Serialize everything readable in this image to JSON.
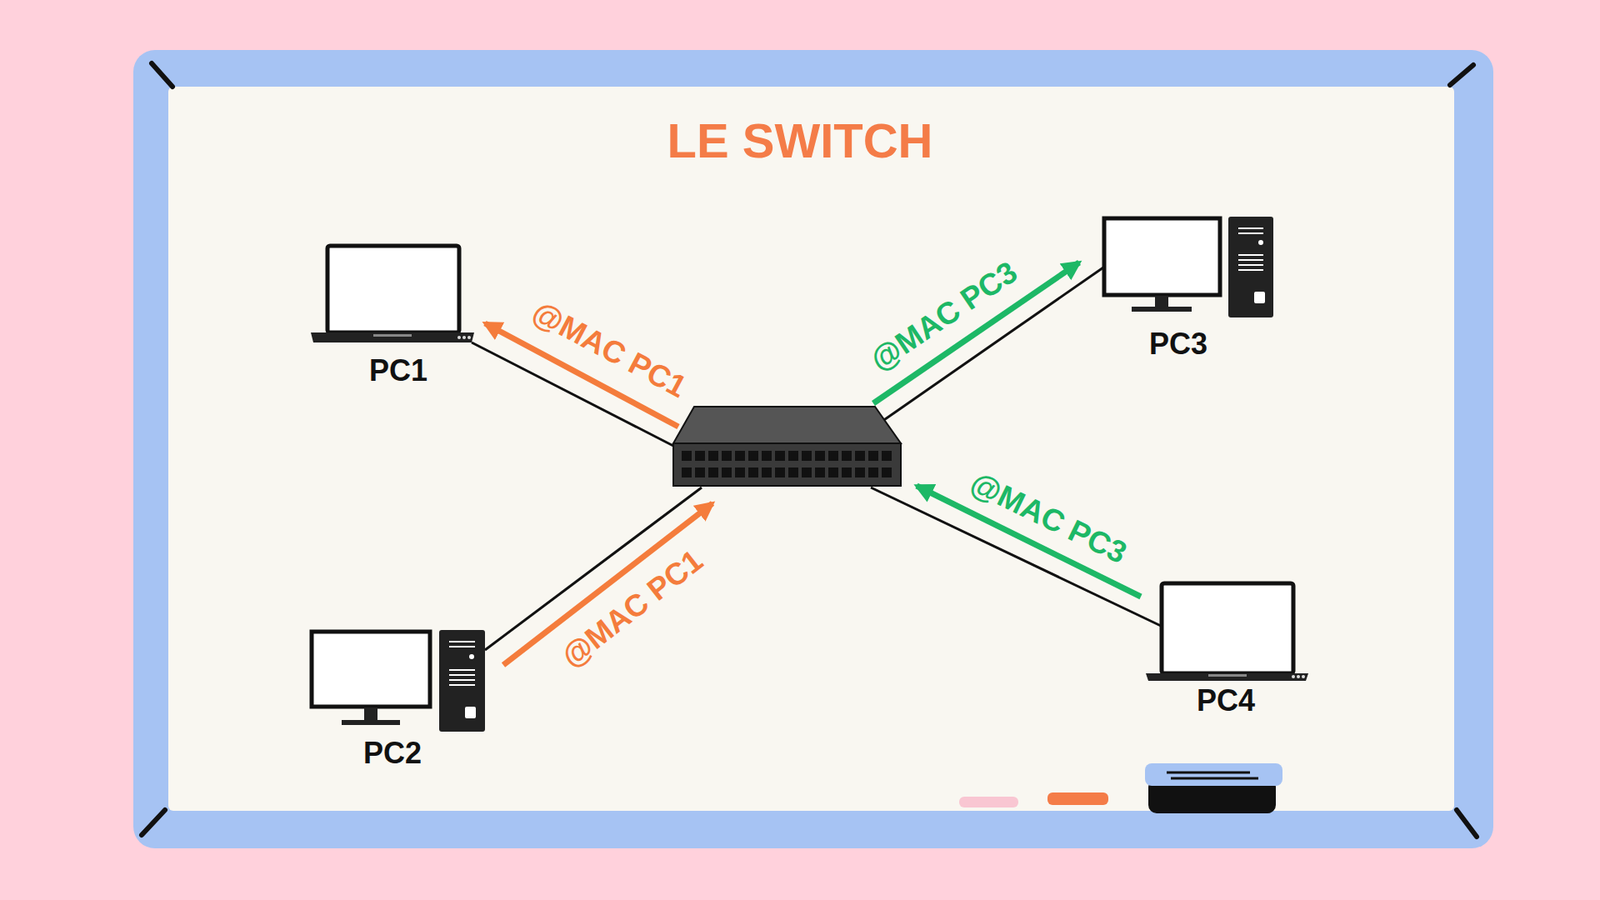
{
  "diagram": {
    "title": "LE SWITCH",
    "nodes": [
      {
        "text": [
          "PC1"
        ]
      },
      {
        "text": [
          "PC3"
        ]
      },
      {
        "text": [
          "PC2"
        ]
      },
      {
        "text": [
          "PC4"
        ]
      }
    ],
    "labels": [
      "@MAC PC1",
      "@MAC PC3",
      "@MAC PC1",
      "@MAC PC3"
    ]
  }
}
